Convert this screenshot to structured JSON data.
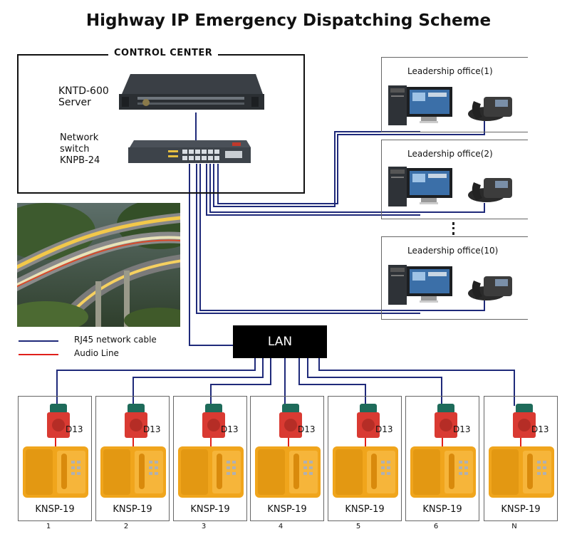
{
  "title": "Highway IP Emergency Dispatching Scheme",
  "control_center": {
    "label": "CONTROL CENTER",
    "server_name": "KNTD-600",
    "server_type": "Server",
    "switch_line1": "Network",
    "switch_line2": "switch",
    "switch_model": "KNPB-24"
  },
  "offices": [
    {
      "title": "Leadership office(1)"
    },
    {
      "title": "Leadership office(2)"
    },
    {
      "title": "Leadership office(10)"
    }
  ],
  "legend": [
    {
      "label": "RJ45 network cable",
      "color": "#1f2a7a"
    },
    {
      "label": "Audio Line",
      "color": "#e0201b"
    }
  ],
  "lan_label": "LAN",
  "endpoints": [
    {
      "speaker": "D13",
      "phone": "KNSP-19",
      "number": "1"
    },
    {
      "speaker": "D13",
      "phone": "KNSP-19",
      "number": "2"
    },
    {
      "speaker": "D13",
      "phone": "KNSP-19",
      "number": "3"
    },
    {
      "speaker": "D13",
      "phone": "KNSP-19",
      "number": "4"
    },
    {
      "speaker": "D13",
      "phone": "KNSP-19",
      "number": "5"
    },
    {
      "speaker": "D13",
      "phone": "KNSP-19",
      "number": "6"
    },
    {
      "speaker": "D13",
      "phone": "KNSP-19",
      "number": "N"
    }
  ],
  "colors": {
    "network": "#1f2a7a",
    "audio": "#e0201b",
    "phone_body": "#f0a51c",
    "speaker": "#d93a32"
  }
}
